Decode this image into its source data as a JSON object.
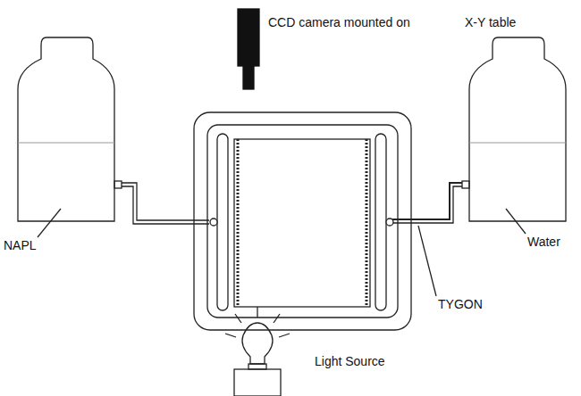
{
  "diagram": {
    "labels": [
      "CCD camera mounted on",
      "X-Y table",
      "NAPL",
      "Water",
      "TYGON",
      "Light Source"
    ]
  }
}
